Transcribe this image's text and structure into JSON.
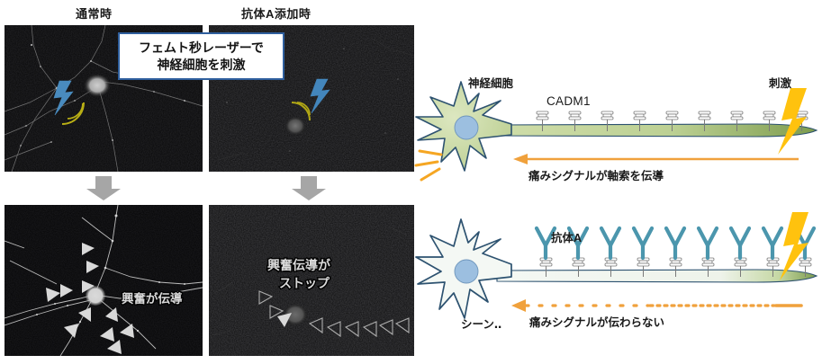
{
  "figure": {
    "type": "scientific-figure",
    "columns": [
      {
        "id": "normal",
        "label": "通常時"
      },
      {
        "id": "antibody",
        "label": "抗体A添加時"
      }
    ],
    "callout": {
      "line1": "フェムト秒レーザーで",
      "line2": "神経細胞を刺激",
      "border_color": "#2f5f9e",
      "background": "#ffffff"
    },
    "micrographs": {
      "top_left": {
        "name": "normal-before",
        "caption": "",
        "stimulus_icon": "blue-lightning-bolt",
        "wave_icon": "yellow-arc-waves",
        "soma": "bright-round-soma",
        "neurites": "many-bright-neurites"
      },
      "top_right": {
        "name": "antibody-before",
        "caption": "",
        "stimulus_icon": "blue-lightning-bolt",
        "wave_icon": "yellow-arc-waves",
        "soma": "dim-round-soma",
        "neurites": "few-faint-neurites"
      },
      "bottom_left": {
        "name": "normal-after",
        "caption": "興奮が伝導",
        "marker_icon": "filled-white-triangles",
        "marker_count": 12,
        "soma": "bright-white-soma"
      },
      "bottom_right": {
        "name": "antibody-after",
        "caption_line1": "興奮伝導が",
        "caption_line2": "ストップ",
        "marker_icon_filled": "filled-white-triangle",
        "marker_icon_hollow": "outlined-white-triangles",
        "hollow_marker_count": 8,
        "soma": "dim-gray-soma"
      }
    },
    "transition_arrows": {
      "icon": "down-arrow",
      "color": "#a6a6a6",
      "count": 2
    },
    "diagram_top": {
      "name": "normal-conduction-diagram",
      "neuron_label": "神経細胞",
      "receptor_label": "CADM1",
      "stimulus_label": "刺激",
      "signal_label": "痛みシグナルが軸索を伝導",
      "stimulus_icon": "yellow-lightning-bolt",
      "signal_arrow_icon": "solid-left-arrow",
      "soma_fill": "#c8d9a3",
      "soma_stroke": "#2d5270",
      "nucleus_fill": "#9cbfe0",
      "axon_fill": "#c8d9a3",
      "receptor_color": "#ffffff",
      "arrow_color": "#f0a13c",
      "bolt_color": "#ffc20e",
      "receptor_count": 10,
      "activation_icon": "orange-radiating-lines"
    },
    "diagram_bottom": {
      "name": "blocked-conduction-diagram",
      "antibody_label": "抗体A",
      "stimulus_label": "",
      "signal_label": "痛みシグナルが伝わらない",
      "soma_note": "シーン‥",
      "stimulus_icon": "yellow-lightning-bolt",
      "signal_arrow_icon": "dotted-left-arrow",
      "antibody_icon": "y-shaped-antibody",
      "soma_fill": "#f4f8f4",
      "soma_stroke": "#2d5270",
      "nucleus_fill": "#9cbfe0",
      "antibody_color": "#4b96ad",
      "arrow_color": "#f0a13c",
      "bolt_color": "#ffc20e",
      "antibody_count": 10
    }
  }
}
